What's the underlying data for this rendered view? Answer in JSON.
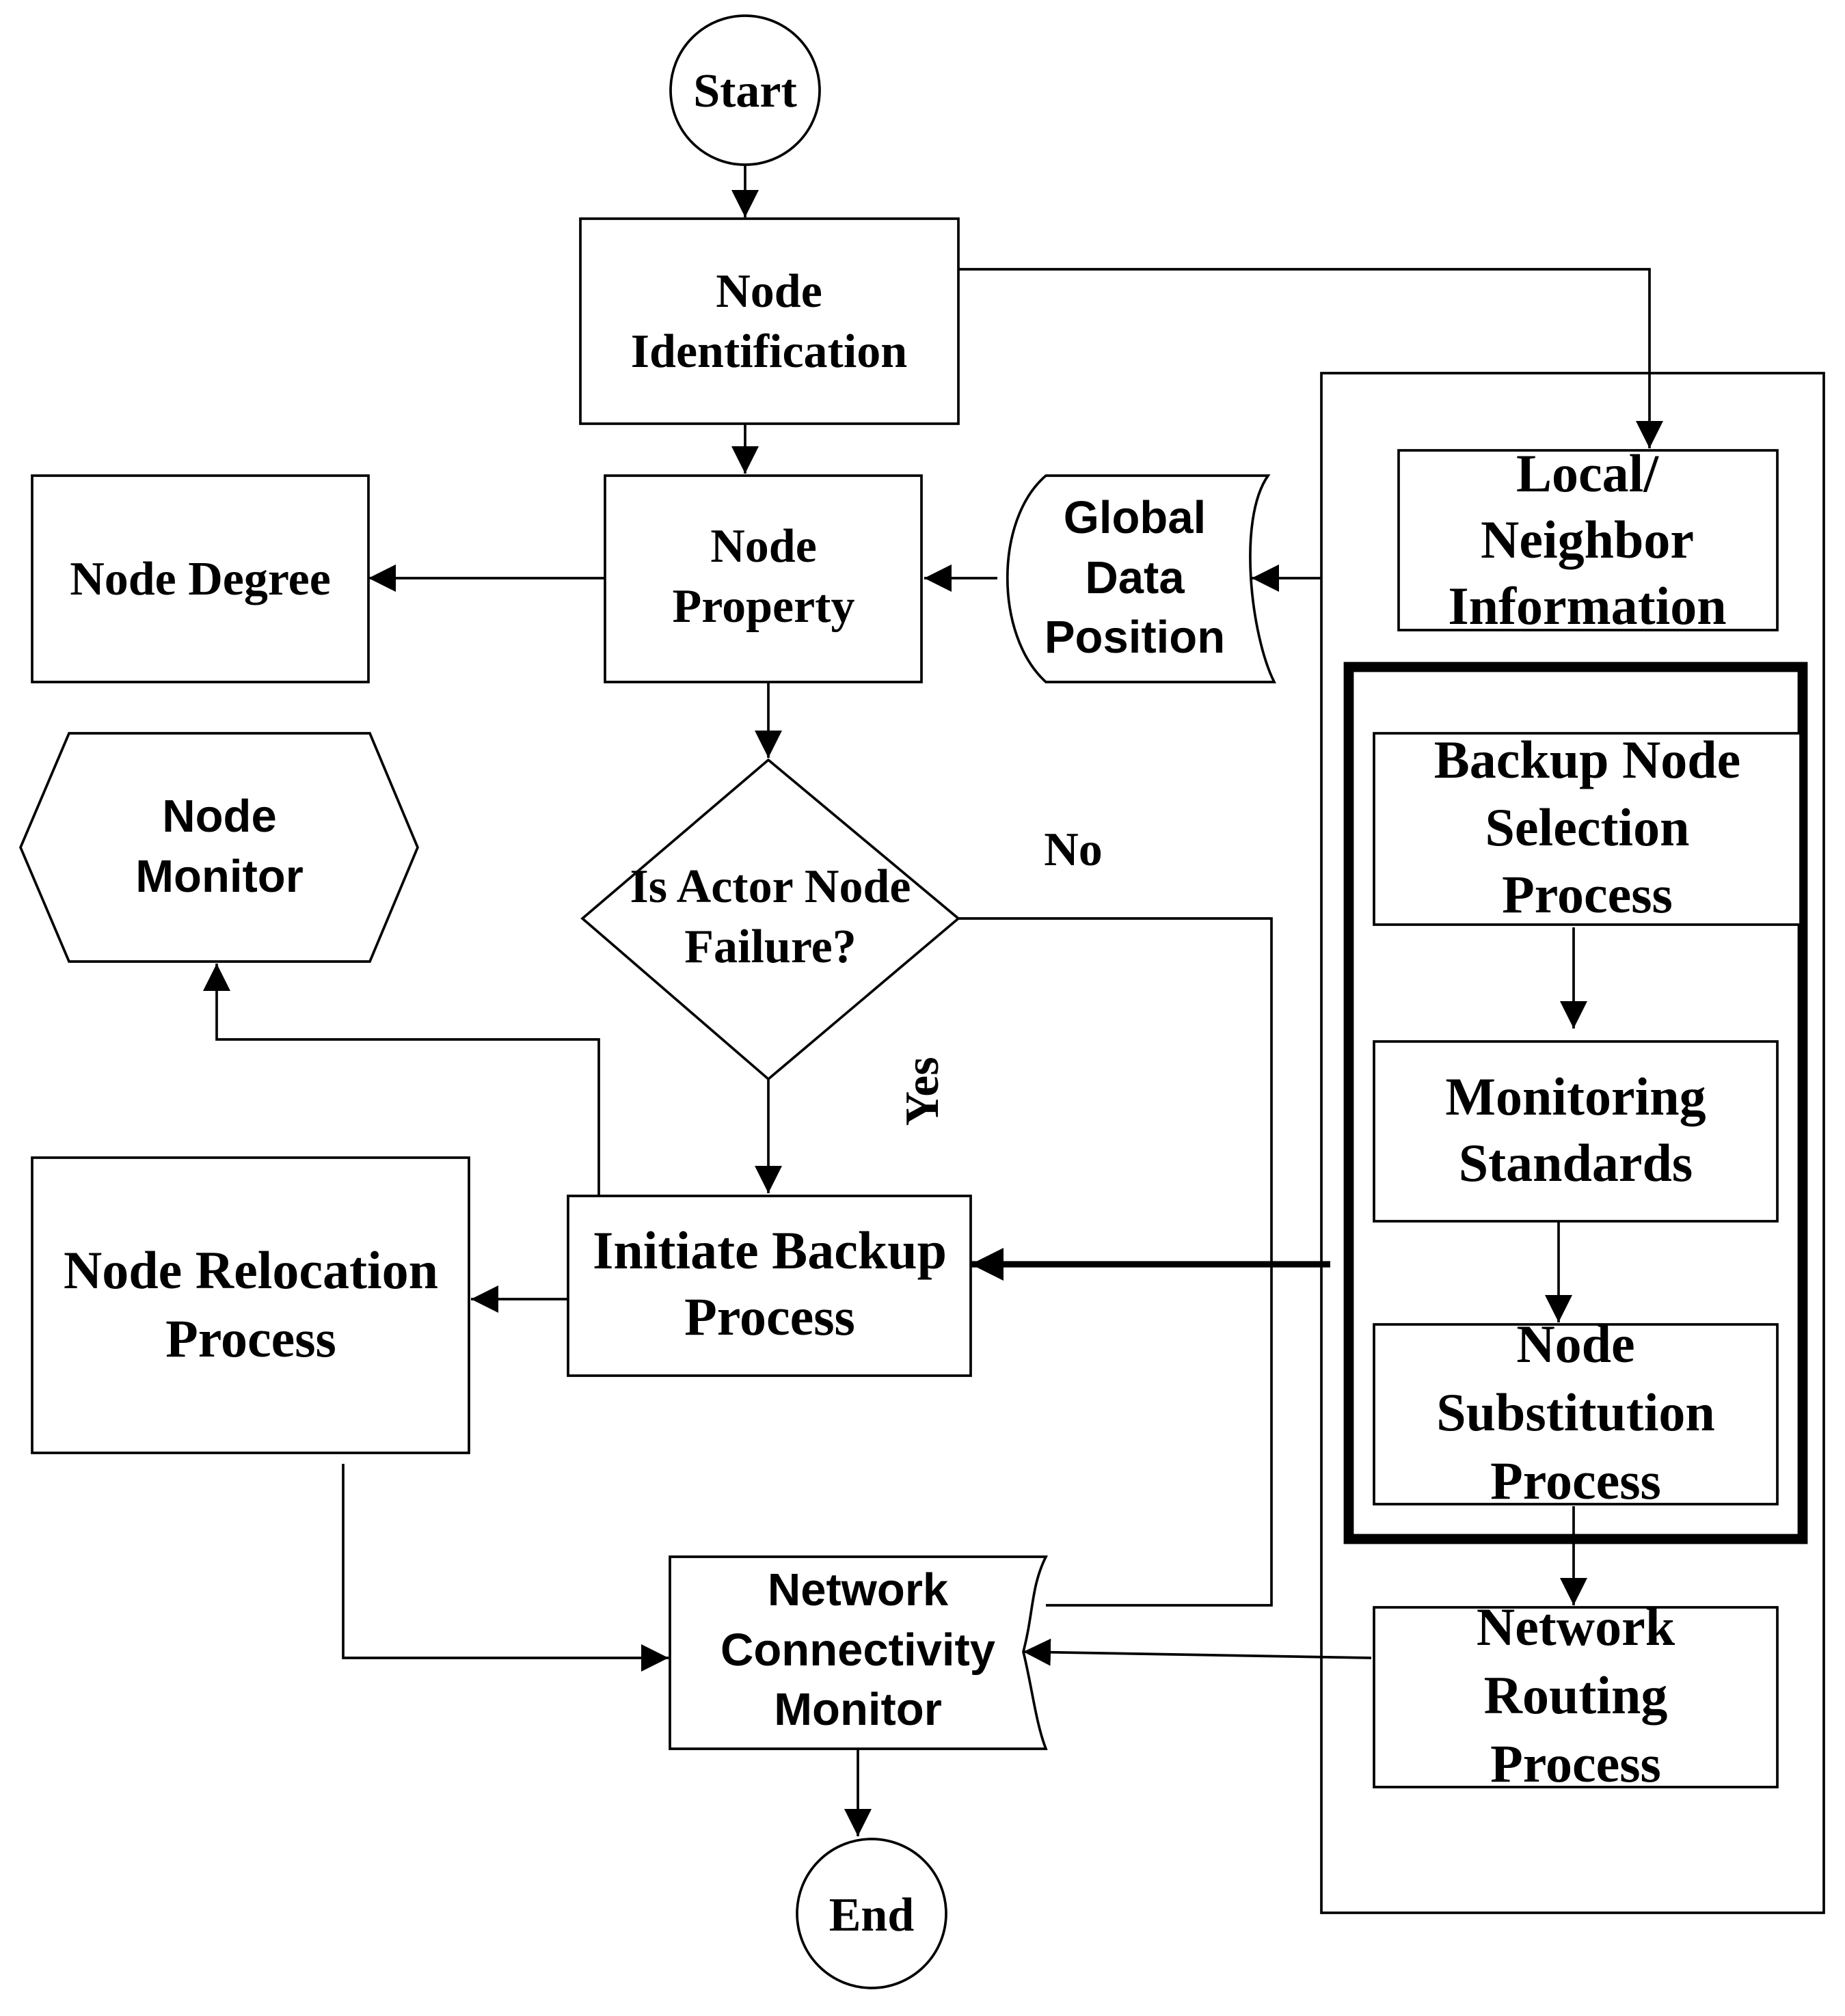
{
  "nodes": {
    "start": "Start",
    "node_identification": [
      "Node",
      "Identification"
    ],
    "node_property": [
      "Node",
      "Property"
    ],
    "node_degree": "Node Degree",
    "global_data_position": [
      "Global",
      "Data",
      "Position"
    ],
    "local_neighbor_information": [
      "Local/",
      "Neighbor",
      "Information"
    ],
    "node_monitor": [
      "Node",
      "Monitor"
    ],
    "decision": [
      "Is Actor Node",
      "Failure?"
    ],
    "backup_node_selection": [
      "Backup Node",
      "Selection",
      "Process"
    ],
    "monitoring_standards": [
      "Monitoring",
      "Standards"
    ],
    "node_substitution": [
      "Node",
      "Substitution",
      "Process"
    ],
    "initiate_backup": [
      "Initiate Backup",
      "Process"
    ],
    "node_relocation": [
      "Node Relocation",
      "Process"
    ],
    "network_connectivity_monitor": [
      "Network",
      "Connectivity",
      "Monitor"
    ],
    "network_routing": [
      "Network",
      "Routing",
      "Process"
    ],
    "end": "End"
  },
  "edge_labels": {
    "no": "No",
    "yes": "Yes"
  },
  "colors": {
    "stroke": "#000000",
    "background": "#ffffff"
  }
}
